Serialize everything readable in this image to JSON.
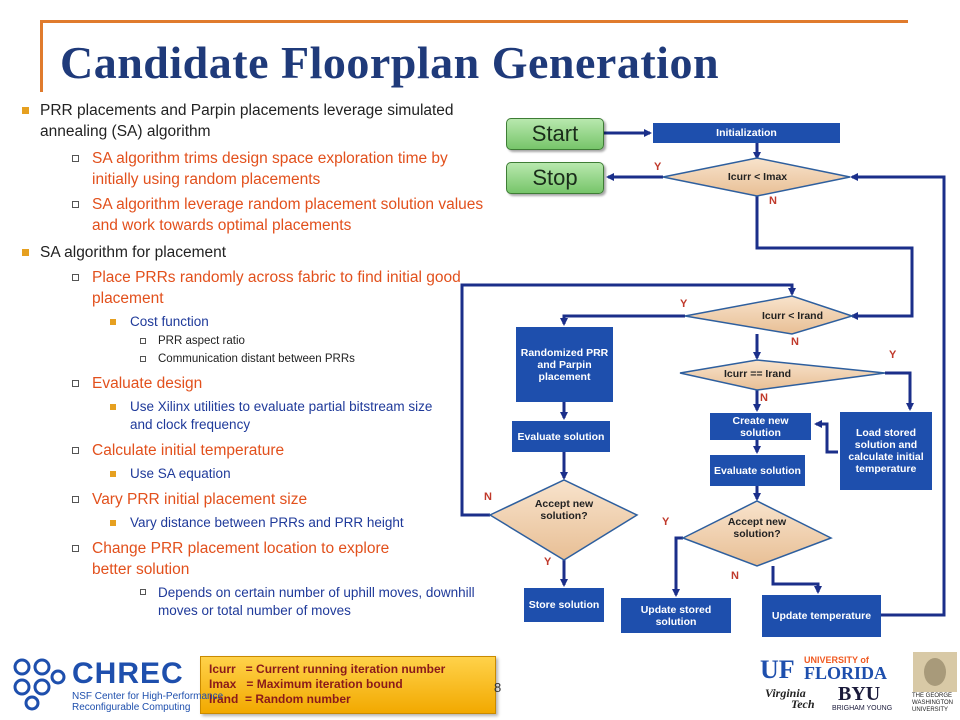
{
  "title": "Candidate Floorplan Generation",
  "bullets": {
    "b1": "PRR placements and Parpin placements leverage simulated annealing (SA) algorithm",
    "b1_sub1": "SA algorithm trims design space exploration time by initially using random placements",
    "b1_sub2": "SA algorithm leverage random placement solution values and work towards optimal placements",
    "b2": "SA algorithm for placement",
    "s1": "Place PRRs randomly across fabric to find initial good placement",
    "s1_a": "Cost function",
    "s1_a_i": "PRR aspect ratio",
    "s1_a_ii": "Communication distant between PRRs",
    "s2": "Evaluate design",
    "s2_a": "Use Xilinx utilities to evaluate partial bitstream size and clock frequency",
    "s3": "Calculate initial temperature",
    "s3_a": "Use SA equation",
    "s4": "Vary PRR initial placement size",
    "s4_a": "Vary distance between PRRs and PRR height",
    "s5": "Change PRR placement location to explore better solution",
    "s5_a": "Depends on certain number of uphill moves, downhill moves or total number of moves"
  },
  "flowchart": {
    "start": "Start",
    "stop": "Stop",
    "initialization": "Initialization",
    "d_imax": "Icurr < Imax",
    "d_irand": "Icurr < Irand",
    "d_irand_eq": "Icurr == Irand",
    "randomized": "Randomized PRR and Parpin placement",
    "evaluate1": "Evaluate solution",
    "accept1": "Accept new solution?",
    "store": "Store solution",
    "create": "Create new solution",
    "evaluate2": "Evaluate solution",
    "load": "Load stored solution and calculate initial temperature",
    "accept2": "Accept new solution?",
    "update_stored": "Update stored solution",
    "update_temp": "Update temperature",
    "y": "Y",
    "n": "N"
  },
  "legend": "Icurr   = Current running iteration number\nImax   = Maximum iteration bound\nIrand  = Random number",
  "page_number": "8",
  "logos": {
    "chrec": "CHREC",
    "chrec_sub1": "NSF Center for High-Performance",
    "chrec_sub2": "Reconfigurable Computing",
    "uf_top": "UNIVERSITY of",
    "uf_main": "FLORIDA",
    "uf_mark": "UF",
    "vt": "Virginia",
    "vt2": "Tech",
    "byu": "BYU",
    "byu_sub": "BRIGHAM YOUNG",
    "gwu1": "THE GEORGE",
    "gwu2": "WASHINGTON",
    "gwu3": "UNIVERSITY"
  },
  "colors": {
    "title": "#1f3a7a",
    "accent": "#e07b2d",
    "box": "#1e4fad",
    "arrow": "#1b2f8a",
    "label": "#c0392b"
  }
}
